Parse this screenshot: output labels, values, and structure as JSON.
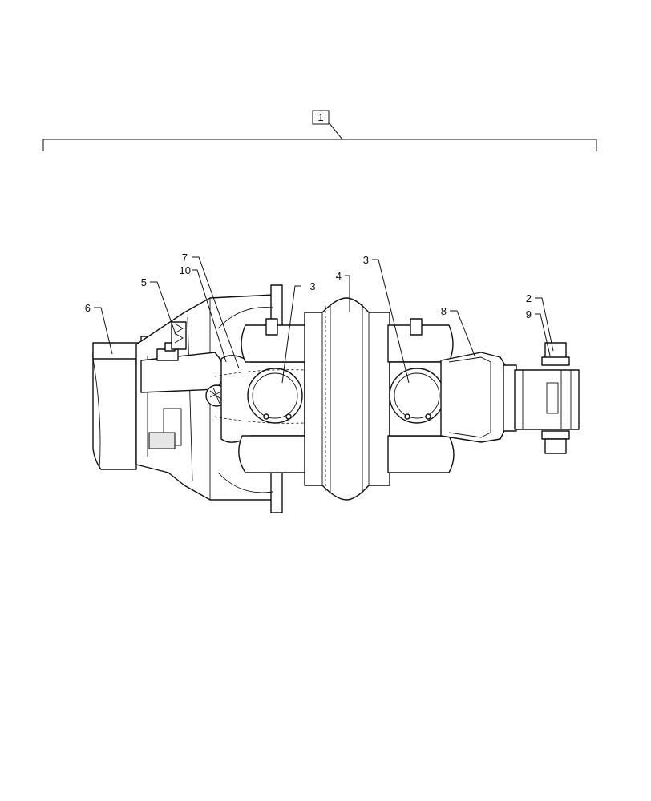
{
  "assembly_callout": "1",
  "callouts": [
    {
      "id": "c7",
      "text": "7"
    },
    {
      "id": "c10",
      "text": "10"
    },
    {
      "id": "c5",
      "text": "5"
    },
    {
      "id": "c6",
      "text": "6"
    },
    {
      "id": "c3a",
      "text": "3"
    },
    {
      "id": "c4",
      "text": "4"
    },
    {
      "id": "c3b",
      "text": "3"
    },
    {
      "id": "c8",
      "text": "8"
    },
    {
      "id": "c2",
      "text": "2"
    },
    {
      "id": "c9",
      "text": "9"
    }
  ]
}
